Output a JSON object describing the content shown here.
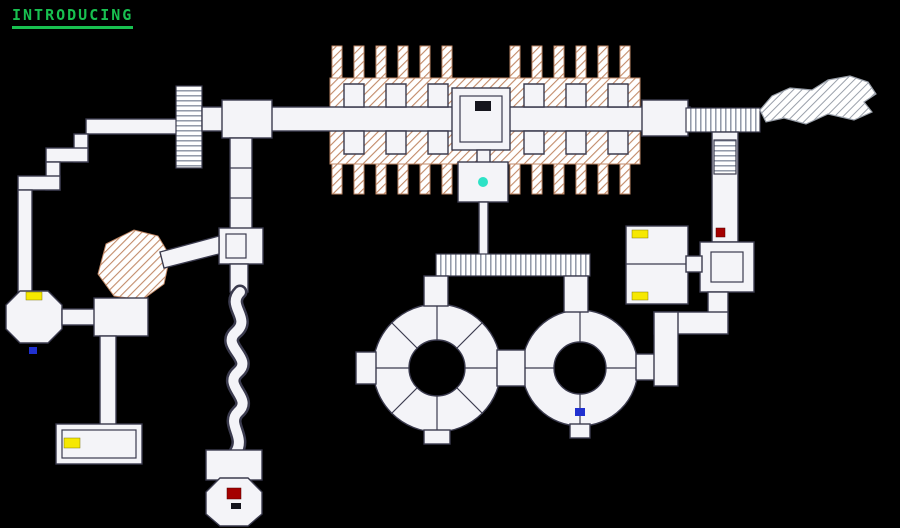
{
  "title": {
    "text": "INTRODUCING"
  },
  "map": {
    "name": "level-automap"
  },
  "colors": {
    "background": "#000000",
    "title_green": "#18c050",
    "room_fill": "#f4f4f8",
    "wall_outline": "#3b3b4e",
    "hatch_tan_line": "#c28a68",
    "hatch_gray_line": "#9aa0aa",
    "stairs_line": "#8890a0",
    "marker_yellow": "#f6e800",
    "marker_red": "#a40000",
    "marker_blue": "#2030d0",
    "marker_cyan": "#2de2c6",
    "door_dark": "#15151d"
  },
  "markers": [
    {
      "name": "teal-orb",
      "color_key": "marker_cyan",
      "location": "small room below central fortress chamber"
    },
    {
      "name": "yellow-bar-west-octagon",
      "color_key": "marker_yellow",
      "location": "top of west octagon room"
    },
    {
      "name": "blue-dot-west-octagon",
      "color_key": "marker_blue",
      "location": "below west octagon room"
    },
    {
      "name": "yellow-bar-southwest-room",
      "color_key": "marker_yellow",
      "location": "southwest rectangular room"
    },
    {
      "name": "red-bar-south-octagon",
      "color_key": "marker_red",
      "location": "bottom octagon room"
    },
    {
      "name": "yellow-bar-east-room-top",
      "color_key": "marker_yellow",
      "location": "east room upper edge"
    },
    {
      "name": "yellow-bar-east-room-bottom",
      "color_key": "marker_yellow",
      "location": "east room lower edge"
    },
    {
      "name": "red-square-east-corridor",
      "color_key": "marker_red",
      "location": "east vertical corridor"
    },
    {
      "name": "blue-dot-right-circle",
      "color_key": "marker_blue",
      "location": "bottom of right circular room"
    }
  ]
}
